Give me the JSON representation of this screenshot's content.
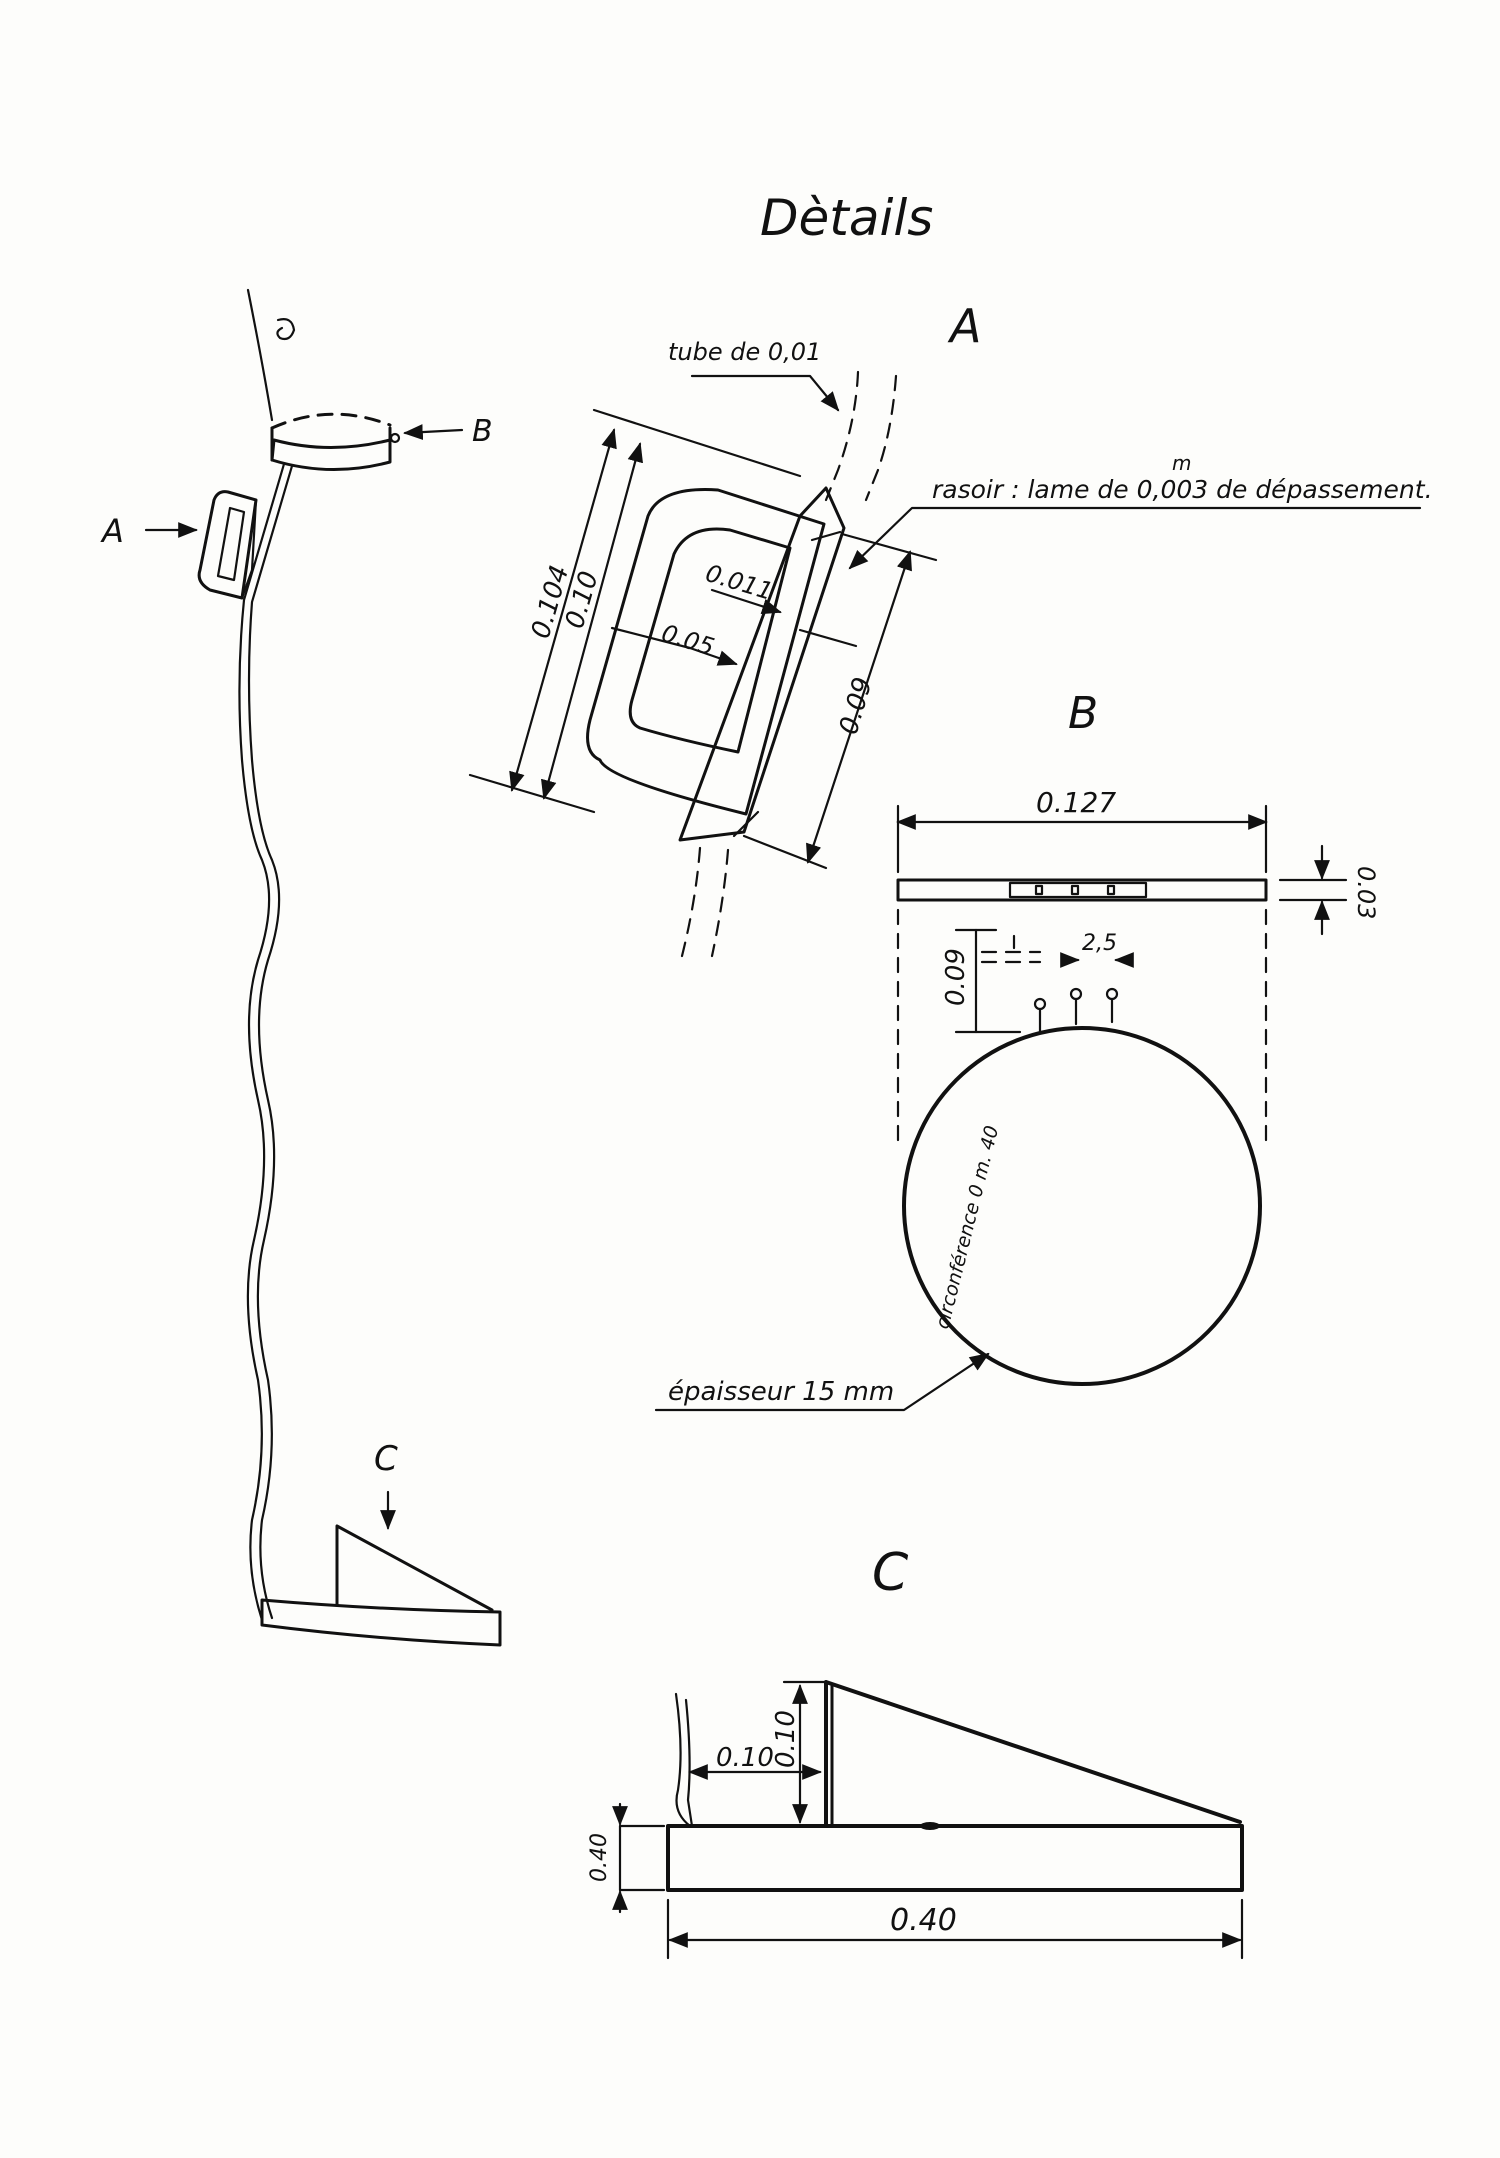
{
  "title": "Dètails",
  "labels": {
    "A": "A",
    "B": "B",
    "C": "C"
  },
  "detail_a": {
    "tube": "tube de 0,01",
    "razor": "rasoir : lame de 0,003 de dépassement.",
    "razor_m": "m",
    "dim_0104": "0.104",
    "dim_010": "0.10",
    "dim_0011": "0.011",
    "dim_005": "0.05",
    "dim_009": "0.09"
  },
  "detail_b": {
    "dim_0127": "0.127",
    "dim_003": "0.03",
    "dim_009": "0.09",
    "dim_25": "2,5",
    "circumference": "circonférence 0 m. 40",
    "thickness": "épaisseur 15 mm"
  },
  "detail_c": {
    "dim_010_h": "0.10",
    "dim_010_v": "0.10",
    "dim_040_h": "0.40",
    "dim_040_w": "0.40"
  }
}
